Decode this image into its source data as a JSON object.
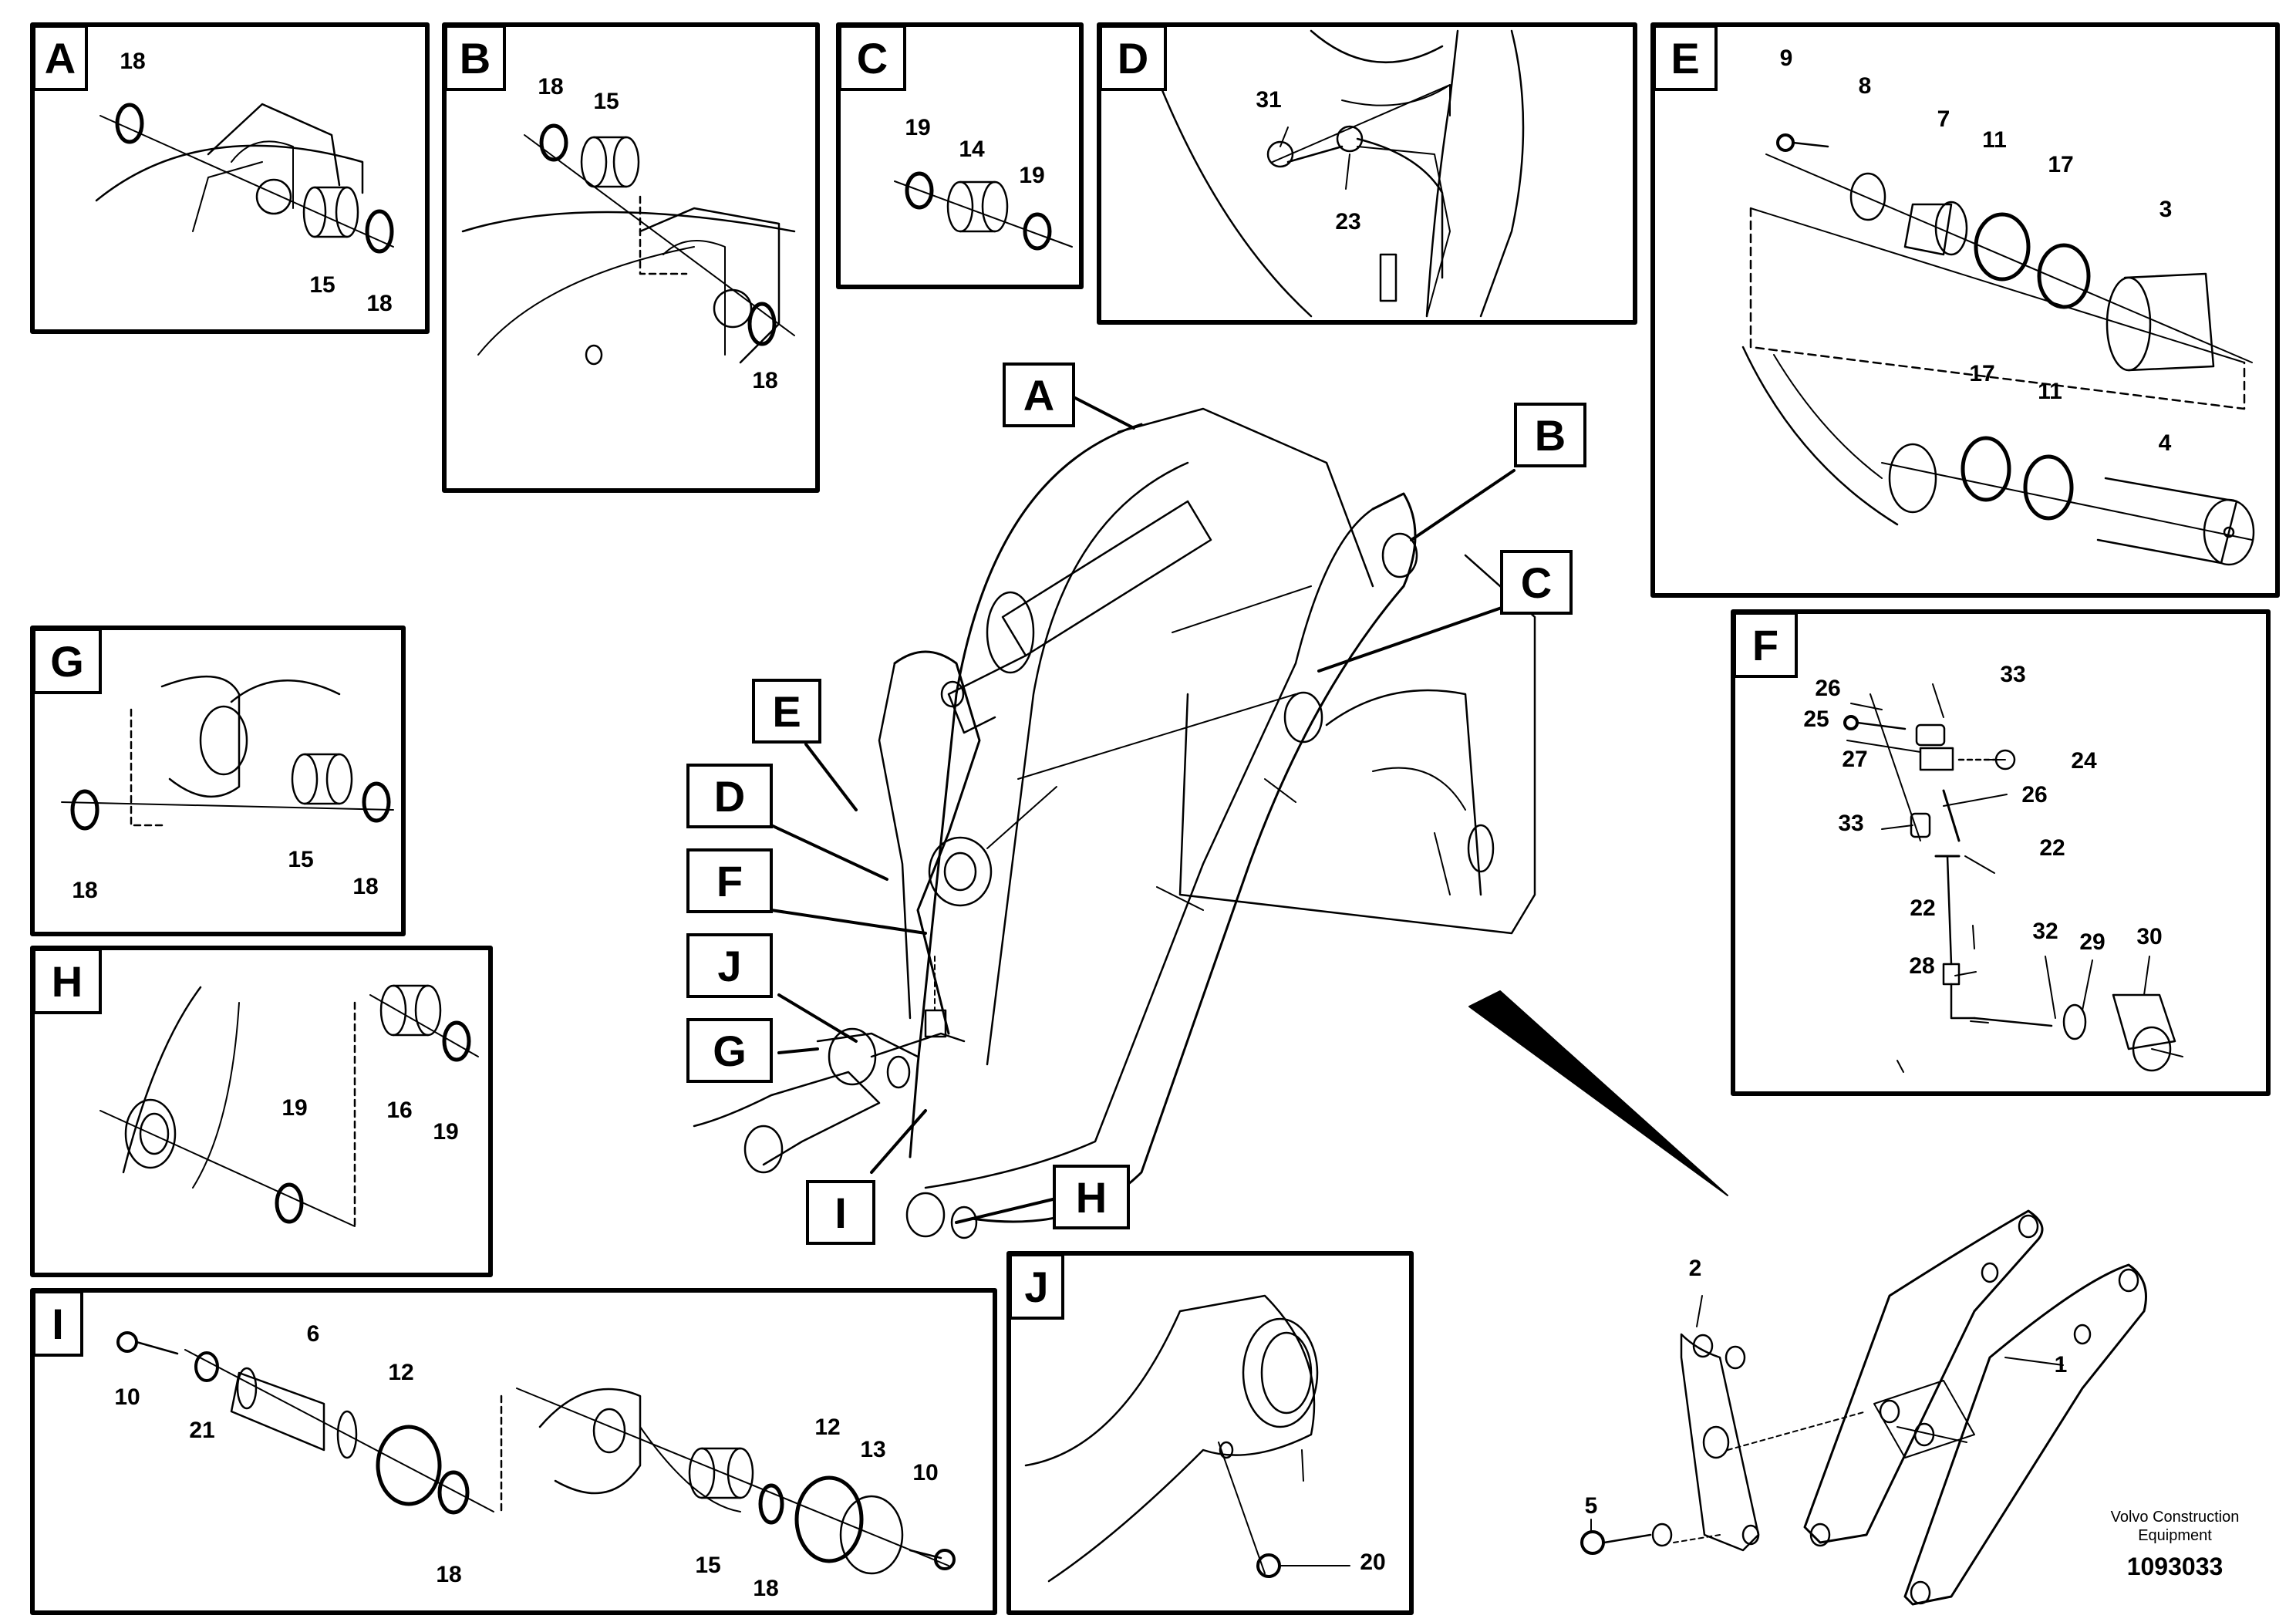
{
  "panels": [
    {
      "letter": "A",
      "parts": [
        "18",
        "15",
        "18"
      ]
    },
    {
      "letter": "B",
      "parts": [
        "18",
        "15",
        "18"
      ]
    },
    {
      "letter": "C",
      "parts": [
        "19",
        "14",
        "19"
      ]
    },
    {
      "letter": "D",
      "parts": [
        "31",
        "23"
      ]
    },
    {
      "letter": "E",
      "parts": [
        "9",
        "8",
        "7",
        "11",
        "17",
        "3",
        "17",
        "11",
        "4"
      ]
    },
    {
      "letter": "F",
      "parts": [
        "26",
        "33",
        "25",
        "27",
        "24",
        "26",
        "33",
        "22",
        "22",
        "32",
        "29",
        "30",
        "28"
      ]
    },
    {
      "letter": "G",
      "parts": [
        "15",
        "18",
        "18"
      ]
    },
    {
      "letter": "H",
      "parts": [
        "19",
        "16",
        "19"
      ]
    },
    {
      "letter": "I",
      "parts": [
        "6",
        "10",
        "21",
        "12",
        "18",
        "12",
        "13",
        "10",
        "15",
        "18"
      ]
    },
    {
      "letter": "J",
      "parts": [
        "20"
      ]
    }
  ],
  "main_callouts": [
    "A",
    "B",
    "C",
    "E",
    "D",
    "F",
    "J",
    "G",
    "I",
    "H"
  ],
  "overview_parts": [
    "2",
    "5",
    "1"
  ],
  "brand": {
    "line1": "Volvo Construction",
    "line2": "Equipment",
    "code": "1093033"
  }
}
